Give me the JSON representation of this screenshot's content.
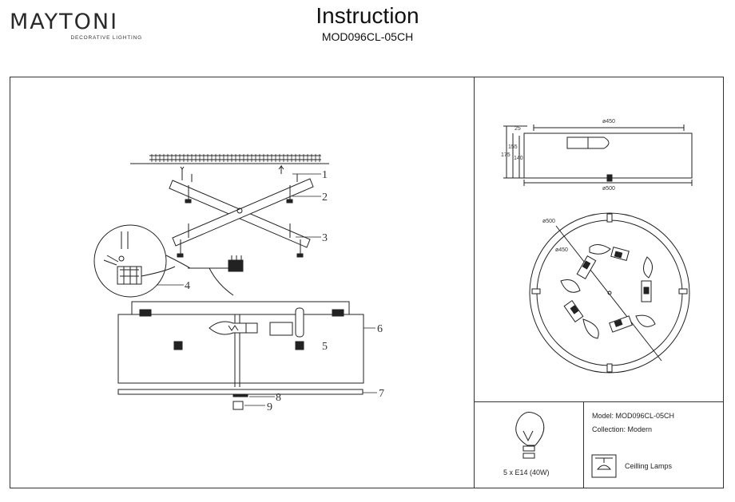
{
  "brand": {
    "name": "MAYTONI",
    "tagline": "DECORATIVE LIGHTING"
  },
  "header": {
    "title": "Instruction",
    "model_code": "MOD096CL-05CH"
  },
  "assembly": {
    "callouts": [
      "1",
      "2",
      "3",
      "4",
      "5",
      "6",
      "7",
      "8",
      "9"
    ]
  },
  "dimensions": {
    "top_width": "ø450",
    "bottom_width": "ø500",
    "h_total": "175",
    "h_155": "155",
    "h_140": "140",
    "h_top": "25",
    "plan_outer": "ø500",
    "plan_inner": "ø450"
  },
  "specs": {
    "bulb": "5 x E14 (40W)",
    "model": "Model: MOD096CL-05CH",
    "collection": "Collection: Modern",
    "category": "Ceilling Lamps"
  }
}
